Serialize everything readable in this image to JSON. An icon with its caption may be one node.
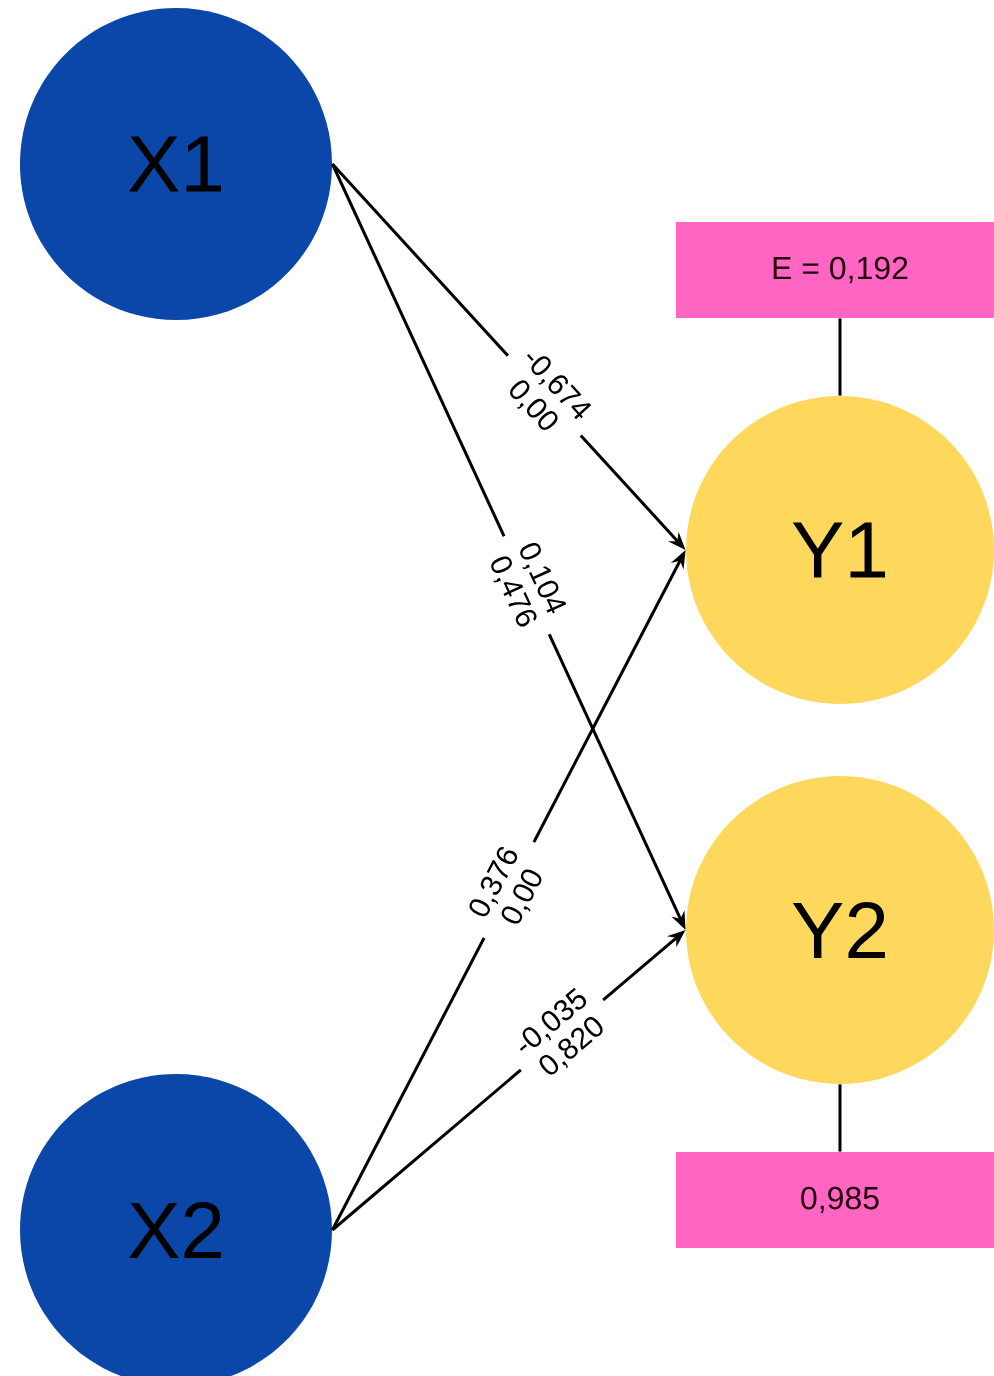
{
  "diagram": {
    "nodes": [
      {
        "text": [
          "X1"
        ]
      },
      {
        "text": [
          "X2"
        ]
      },
      {
        "text": [
          "E = 0,192"
        ]
      },
      {
        "text": [
          "Y1"
        ]
      },
      {
        "text": [
          "Y2"
        ]
      },
      {
        "text": [
          "0,985"
        ]
      }
    ],
    "edges": [
      {
        "from": 0,
        "to": 3,
        "arrow": "to",
        "label": "-0,674 0,00"
      },
      {
        "from": 0,
        "to": 4,
        "arrow": "to",
        "label": "0,104 0,476"
      },
      {
        "from": 1,
        "to": 3,
        "arrow": "to",
        "label": "0,376 0,00"
      },
      {
        "from": 1,
        "to": 4,
        "arrow": "to",
        "label": "-0,035 0,820"
      },
      {
        "from": 2,
        "to": 3,
        "arrow": "none"
      },
      {
        "from": 4,
        "to": 5,
        "arrow": "none"
      }
    ]
  }
}
